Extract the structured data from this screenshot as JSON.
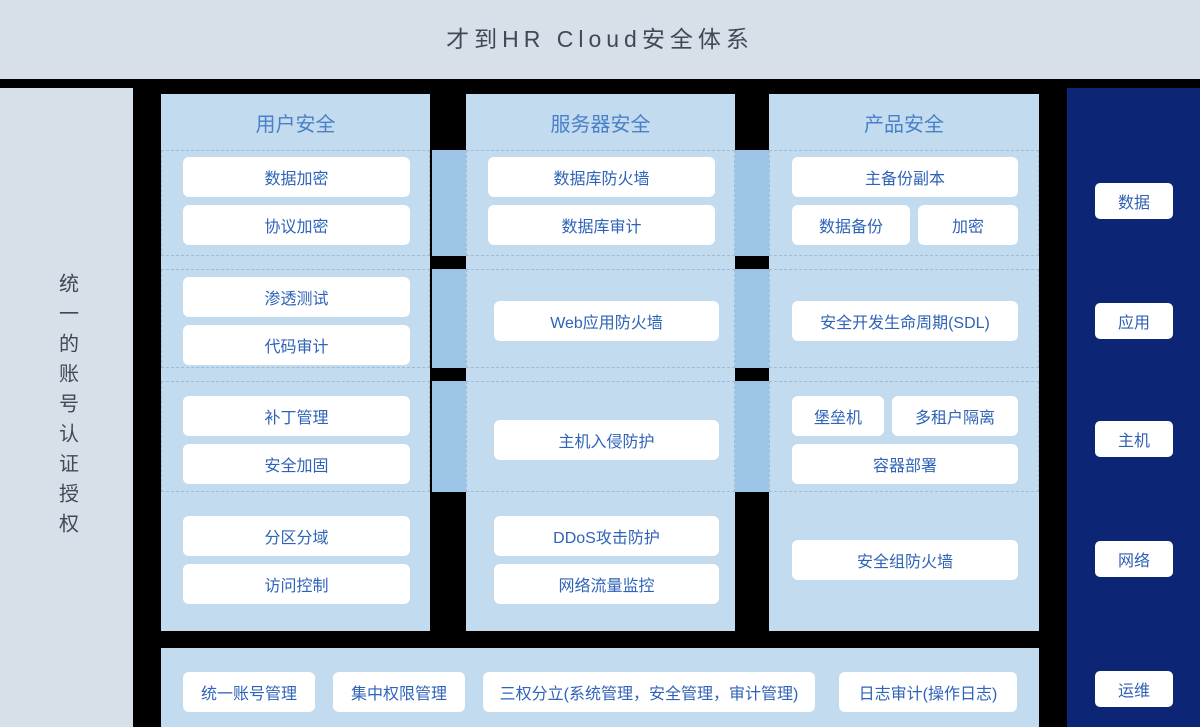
{
  "header": {
    "title": "才到HR Cloud安全体系"
  },
  "left_sidebar": {
    "label": "统一的账号认证授权"
  },
  "right_sidebar": {
    "items": [
      {
        "label": "数据"
      },
      {
        "label": "应用"
      },
      {
        "label": "主机"
      },
      {
        "label": "网络"
      },
      {
        "label": "运维"
      }
    ]
  },
  "columns": [
    {
      "name": "user-security",
      "header": "用户安全",
      "rows": [
        {
          "dashed": true,
          "cards": [
            {
              "label": "数据加密"
            },
            {
              "label": "协议加密"
            }
          ]
        },
        {
          "dashed": true,
          "cards": [
            {
              "label": "渗透测试"
            },
            {
              "label": "代码审计"
            }
          ]
        },
        {
          "dashed": true,
          "cards": [
            {
              "label": "补丁管理"
            },
            {
              "label": "安全加固"
            }
          ]
        },
        {
          "dashed": false,
          "cards": [
            {
              "label": "分区分域"
            },
            {
              "label": "访问控制"
            }
          ]
        }
      ]
    },
    {
      "name": "server-security",
      "header": "服务器安全",
      "rows": [
        {
          "dashed": true,
          "cards": [
            {
              "label": "数据库防火墙"
            },
            {
              "label": "数据库审计"
            }
          ]
        },
        {
          "dashed": true,
          "cards": [
            {
              "label": "Web应用防火墙"
            }
          ]
        },
        {
          "dashed": true,
          "cards": [
            {
              "label": "主机入侵防护"
            }
          ]
        },
        {
          "dashed": false,
          "cards": [
            {
              "label": "DDoS攻击防护"
            },
            {
              "label": "网络流量监控"
            }
          ]
        }
      ]
    },
    {
      "name": "product-security",
      "header": "产品安全",
      "rows": [
        {
          "dashed": true,
          "cards": [
            {
              "label": "主备份副本"
            },
            {
              "label": "数据备份"
            },
            {
              "label": "加密"
            }
          ]
        },
        {
          "dashed": true,
          "cards": [
            {
              "label": "安全开发生命周期(SDL)"
            }
          ]
        },
        {
          "dashed": true,
          "cards": [
            {
              "label": "堡垒机"
            },
            {
              "label": "多租户隔离"
            },
            {
              "label": "容器部署"
            }
          ]
        },
        {
          "dashed": false,
          "cards": [
            {
              "label": "安全组防火墙"
            }
          ]
        }
      ]
    }
  ],
  "bottom_bar": {
    "items": [
      {
        "label": "统一账号管理"
      },
      {
        "label": "集中权限管理"
      },
      {
        "label": "三权分立(系统管理，安全管理，审计管理)"
      },
      {
        "label": "日志审计(操作日志)"
      }
    ]
  },
  "colors": {
    "page_background": "#000000",
    "header_background": "#d7dfe8",
    "panel_background": "#c3dbee",
    "connector_strip": "#9cc5e8",
    "card_background": "#ffffff",
    "card_text": "#2f63b8",
    "column_header_text": "#4a80c9",
    "sidebar_dark": "#0c2574",
    "dashed_border": "#9bbcd9",
    "title_text": "#3f4a58"
  }
}
